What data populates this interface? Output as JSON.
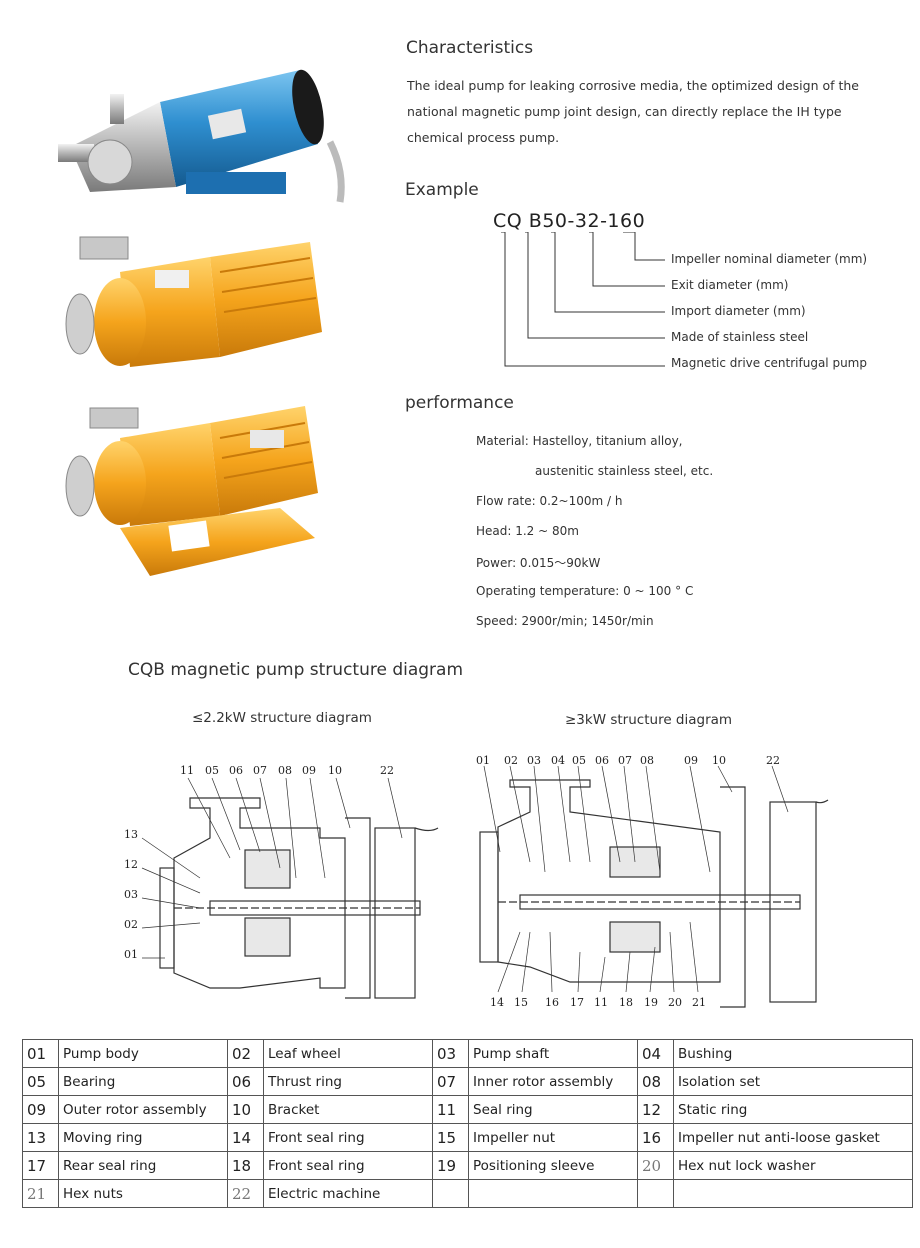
{
  "characteristics": {
    "heading": "Characteristics",
    "lines": [
      "The ideal pump for leaking corrosive media, the optimized design of the",
      "national magnetic pump joint design, can directly replace the IH type",
      "chemical process pump."
    ]
  },
  "example": {
    "heading": "Example",
    "code_parts": [
      "CQ",
      "B",
      "50",
      "-",
      "32",
      "-",
      "160"
    ],
    "annotations": [
      "Impeller nominal diameter (mm)",
      "Exit diameter (mm)",
      "Import diameter (mm)",
      "Made of stainless steel",
      "Magnetic drive centrifugal pump"
    ]
  },
  "performance": {
    "heading": "performance",
    "lines": [
      "Material: Hastelloy, titanium alloy,",
      "austenitic stainless steel, etc.",
      "Flow rate: 0.2~100m / h",
      "Head: 1.2 ~ 80m",
      "Power: 0.015～90kW",
      "Operating temperature: 0 ~ 100 ° C",
      "Speed: 2900r/min; 1450r/min"
    ]
  },
  "structure": {
    "heading": "CQB magnetic pump structure diagram",
    "small_title": "≤2.2kW structure diagram",
    "large_title": "≥3kW structure diagram",
    "small_labels_top": [
      "11",
      "05",
      "06",
      "07",
      "08",
      "09",
      "10",
      "22"
    ],
    "small_labels_left": [
      "13",
      "12",
      "03",
      "02",
      "01"
    ],
    "large_labels_top": [
      "01",
      "02",
      "03",
      "04",
      "05",
      "06",
      "07",
      "08",
      "09",
      "10",
      "22"
    ],
    "large_labels_bottom": [
      "14",
      "15",
      "16",
      "17",
      "11",
      "18",
      "19",
      "20",
      "21"
    ]
  },
  "parts": [
    [
      {
        "n": "01",
        "name": "Pump body"
      },
      {
        "n": "02",
        "name": "Leaf wheel"
      },
      {
        "n": "03",
        "name": "Pump shaft"
      },
      {
        "n": "04",
        "name": "Bushing"
      }
    ],
    [
      {
        "n": "05",
        "name": "Bearing"
      },
      {
        "n": "06",
        "name": "Thrust ring"
      },
      {
        "n": "07",
        "name": "Inner rotor assembly"
      },
      {
        "n": "08",
        "name": "Isolation set"
      }
    ],
    [
      {
        "n": "09",
        "name": "Outer rotor assembly"
      },
      {
        "n": "10",
        "name": "Bracket"
      },
      {
        "n": "11",
        "name": "Seal ring"
      },
      {
        "n": "12",
        "name": "Static ring"
      }
    ],
    [
      {
        "n": "13",
        "name": "Moving ring"
      },
      {
        "n": "14",
        "name": "Front seal ring"
      },
      {
        "n": "15",
        "name": "Impeller nut"
      },
      {
        "n": "16",
        "name": "Impeller nut anti-loose gasket"
      }
    ],
    [
      {
        "n": "17",
        "name": "Rear seal ring"
      },
      {
        "n": "18",
        "name": "Front seal ring"
      },
      {
        "n": "19",
        "name": "Positioning sleeve"
      },
      {
        "n": "20",
        "name": "Hex nut lock washer"
      }
    ],
    [
      {
        "n": "21",
        "name": "Hex nuts"
      },
      {
        "n": "22",
        "name": "Electric machine"
      },
      {
        "n": "",
        "name": ""
      },
      {
        "n": "",
        "name": ""
      }
    ]
  ],
  "colors": {
    "blue_pump": "#2f8fd0",
    "orange_pump": "#f5a41c",
    "steel": "#c9c9c9",
    "line": "#333333"
  }
}
